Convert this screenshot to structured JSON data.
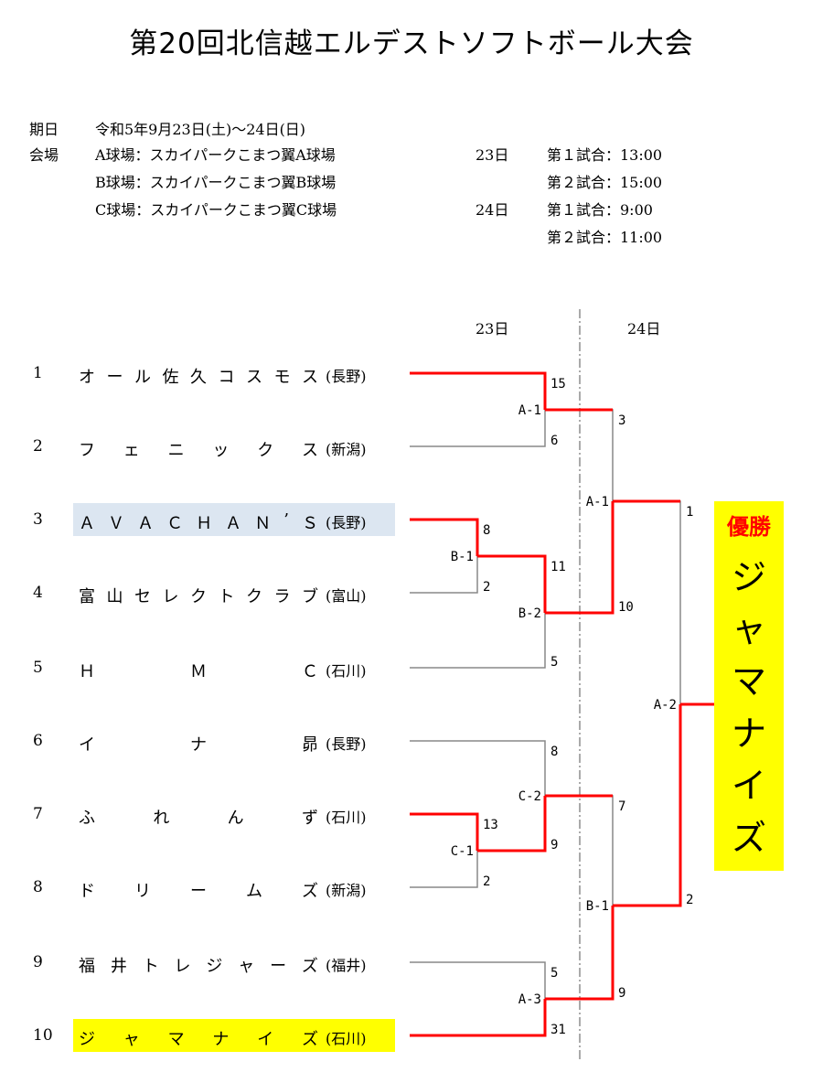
{
  "title": "第20回北信越エルデストソフトボール大会",
  "info": {
    "date_label": "期日",
    "date_value": "令和5年9月23日(土)～24日(日)",
    "venue_label": "会場",
    "venues": [
      "A球場：スカイパークこまつ翼A球場",
      "B球場：スカイパークこまつ翼B球場",
      "C球場：スカイパークこまつ翼C球場"
    ],
    "schedule": [
      {
        "day": "23日",
        "game": "第１試合：13:00"
      },
      {
        "day": "",
        "game": "第２試合：15:00"
      },
      {
        "day": "24日",
        "game": "第１試合：9:00"
      },
      {
        "day": "",
        "game": "第２試合：11:00"
      }
    ]
  },
  "day_headers": [
    "23日",
    "24日"
  ],
  "teams": [
    {
      "no": "1",
      "name": [
        "オ",
        "ー",
        "ル",
        "佐",
        "久",
        "コ",
        "ス",
        "モ",
        "ス"
      ],
      "pref": "(長野)",
      "highlight": ""
    },
    {
      "no": "2",
      "name": [
        "フ",
        "ェ",
        "ニ",
        "ッ",
        "ク",
        "ス"
      ],
      "pref": "(新潟)",
      "highlight": ""
    },
    {
      "no": "3",
      "name": [
        "Ａ",
        "Ｖ",
        "Ａ",
        "Ｃ",
        "Ｈ",
        "Ａ",
        "Ｎ",
        "’",
        "Ｓ"
      ],
      "pref": "(長野)",
      "highlight": "#dce6f1"
    },
    {
      "no": "4",
      "name": [
        "富",
        "山",
        "セ",
        "レ",
        "ク",
        "ト",
        "ク",
        "ラ",
        "ブ"
      ],
      "pref": "(富山)",
      "highlight": ""
    },
    {
      "no": "5",
      "name": [
        "Ｈ",
        "Ｍ",
        "Ｃ"
      ],
      "pref": "(石川)",
      "highlight": ""
    },
    {
      "no": "6",
      "name": [
        "イ",
        "ナ",
        "昴"
      ],
      "pref": "(長野)",
      "highlight": ""
    },
    {
      "no": "7",
      "name": [
        "ふ",
        "れ",
        "ん",
        "ず"
      ],
      "pref": "(石川)",
      "highlight": ""
    },
    {
      "no": "8",
      "name": [
        "ド",
        "リ",
        "ー",
        "ム",
        "ズ"
      ],
      "pref": "(新潟)",
      "highlight": ""
    },
    {
      "no": "9",
      "name": [
        "福",
        "井",
        "ト",
        "レ",
        "ジ",
        "ャ",
        "ー",
        "ズ"
      ],
      "pref": "(福井)",
      "highlight": ""
    },
    {
      "no": "10",
      "name": [
        "ジ",
        "ャ",
        "マ",
        "ナ",
        "イ",
        "ズ"
      ],
      "pref": "(石川)",
      "highlight": "#ffff00"
    }
  ],
  "matches": [
    {
      "id": "A-1",
      "top_score": "15",
      "bottom_score": "6"
    },
    {
      "id": "B-1",
      "top_score": "8",
      "bottom_score": "2"
    },
    {
      "id": "B-2",
      "top_score": "11",
      "bottom_score": "5"
    },
    {
      "id": "C-1",
      "top_score": "13",
      "bottom_score": "2"
    },
    {
      "id": "C-2",
      "top_score": "8",
      "bottom_score": "9"
    },
    {
      "id": "A-3",
      "top_score": "5",
      "bottom_score": "31"
    },
    {
      "id": "A-1",
      "top_score": "3",
      "bottom_score": "10"
    },
    {
      "id": "B-1",
      "top_score": "7",
      "bottom_score": "9"
    },
    {
      "id": "A-2",
      "top_score": "1",
      "bottom_score": "2"
    }
  ],
  "champion": {
    "label": "優勝",
    "name": [
      "ジ",
      "ャ",
      "マ",
      "ナ",
      "イ",
      "ズ"
    ]
  },
  "colors": {
    "winner_line": "#ff0000",
    "loser_line": "#888888",
    "champion_bg": "#ffff00",
    "champion_label": "#ff0000"
  }
}
